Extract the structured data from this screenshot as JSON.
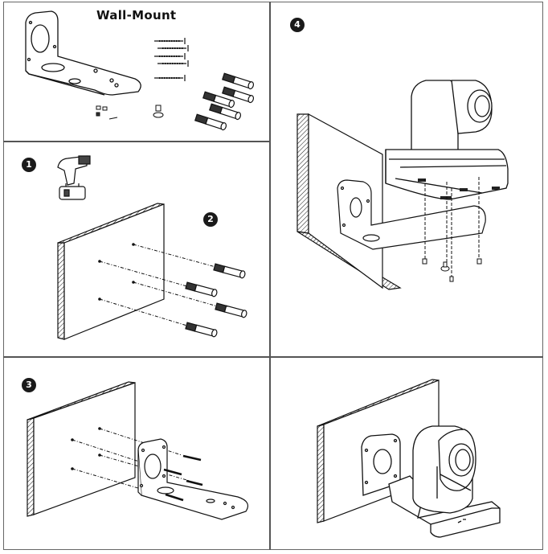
{
  "document": {
    "title": "Wall-Mount",
    "panels": [
      {
        "id": "parts",
        "heading": "Wall-Mount",
        "contents": [
          "wall-mount-bracket",
          "wood-screws",
          "wall-anchors",
          "mounting-screw",
          "small-screws"
        ]
      },
      {
        "id": "drill-and-anchors",
        "steps": [
          "1",
          "2"
        ]
      },
      {
        "id": "attach-camera",
        "steps": [
          "4"
        ]
      },
      {
        "id": "attach-bracket",
        "steps": [
          "3"
        ]
      },
      {
        "id": "finished",
        "steps": []
      }
    ],
    "step_labels": {
      "s1": "1",
      "s2": "2",
      "s3": "3",
      "s4": "4"
    }
  }
}
